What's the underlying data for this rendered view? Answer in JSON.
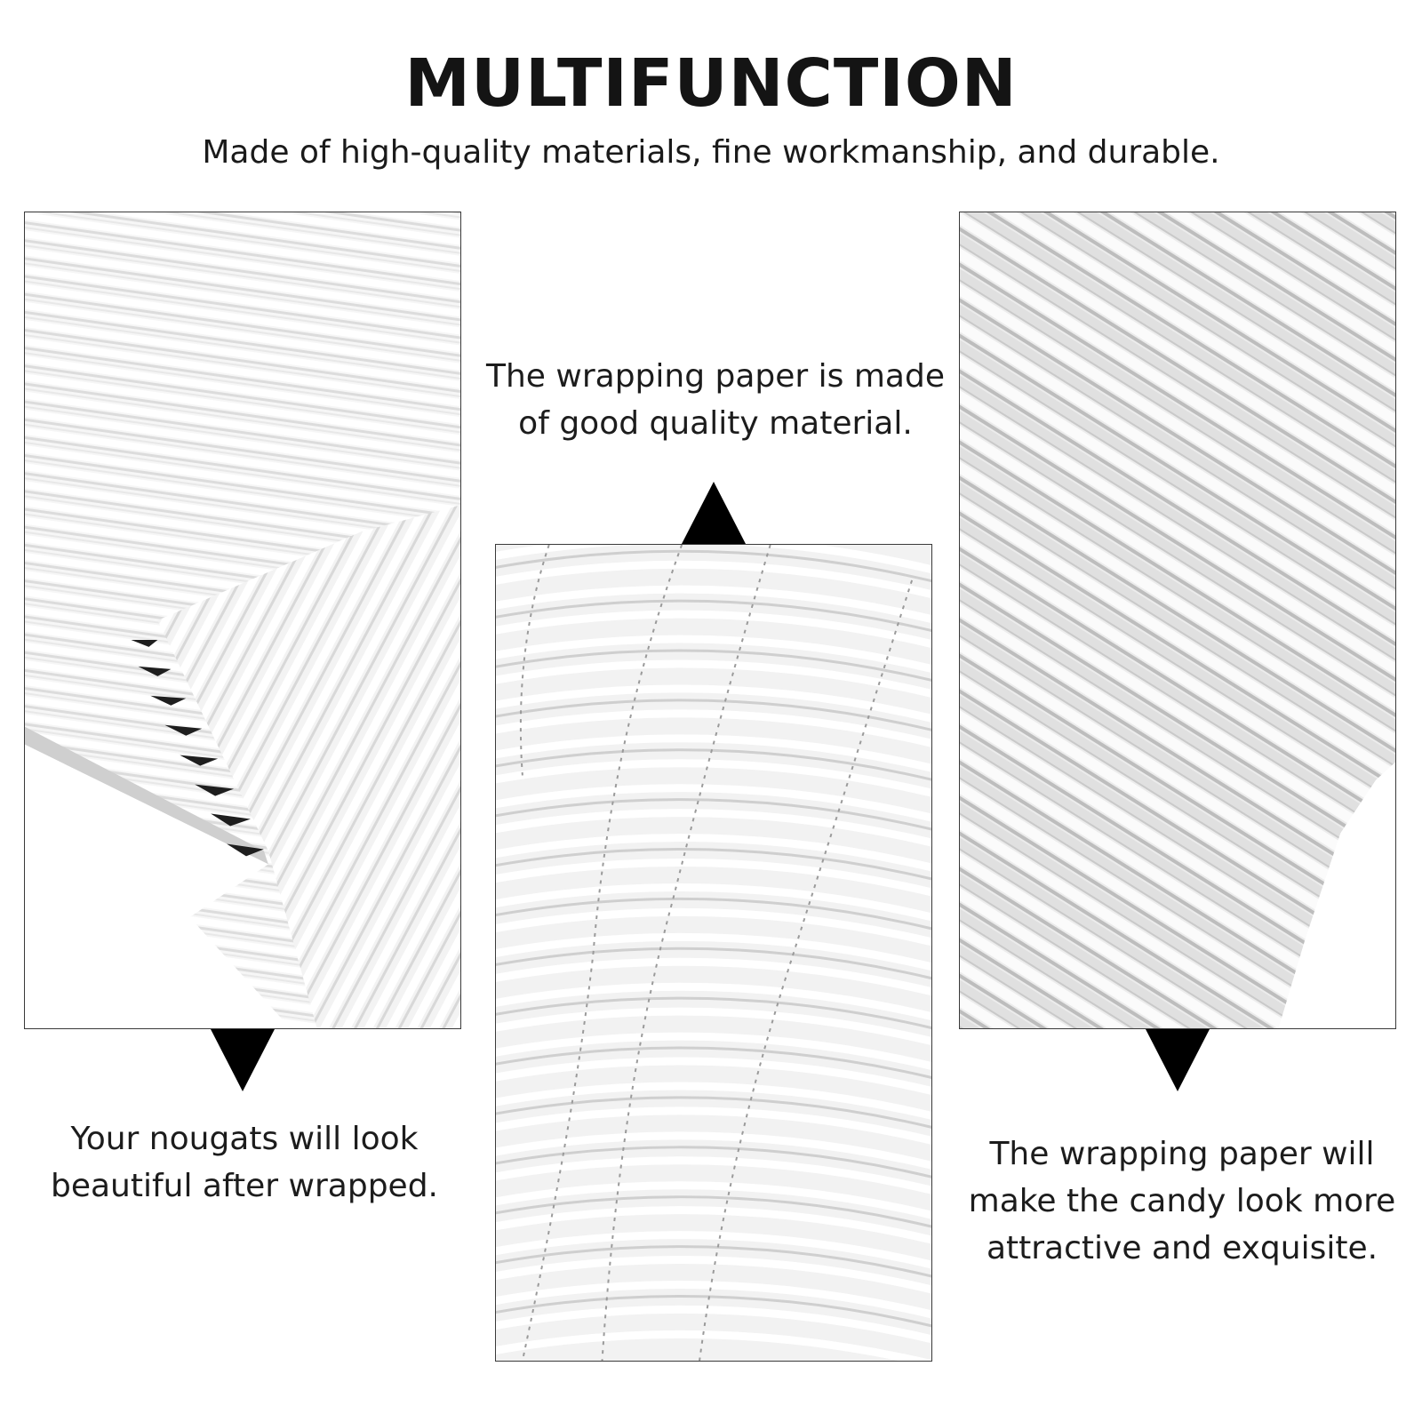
{
  "header": {
    "title": "MULTIFUNCTION",
    "subtitle": "Made of high-quality materials, fine workmanship, and durable."
  },
  "captions": {
    "left": {
      "line1": "Your nougats will look",
      "line2": "beautiful after wrapped."
    },
    "center": {
      "line1": "The wrapping paper is made",
      "line2": "of good quality material."
    },
    "right": {
      "line1": "The wrapping paper will",
      "line2": "make the candy look more",
      "line3": "attractive and exquisite."
    }
  },
  "colors": {
    "paper": "#f4f4f4",
    "ridge_light": "#ffffff",
    "ridge_shadow": "#d2d2d2",
    "arrow": "#000000",
    "text": "#1c1c1c"
  }
}
